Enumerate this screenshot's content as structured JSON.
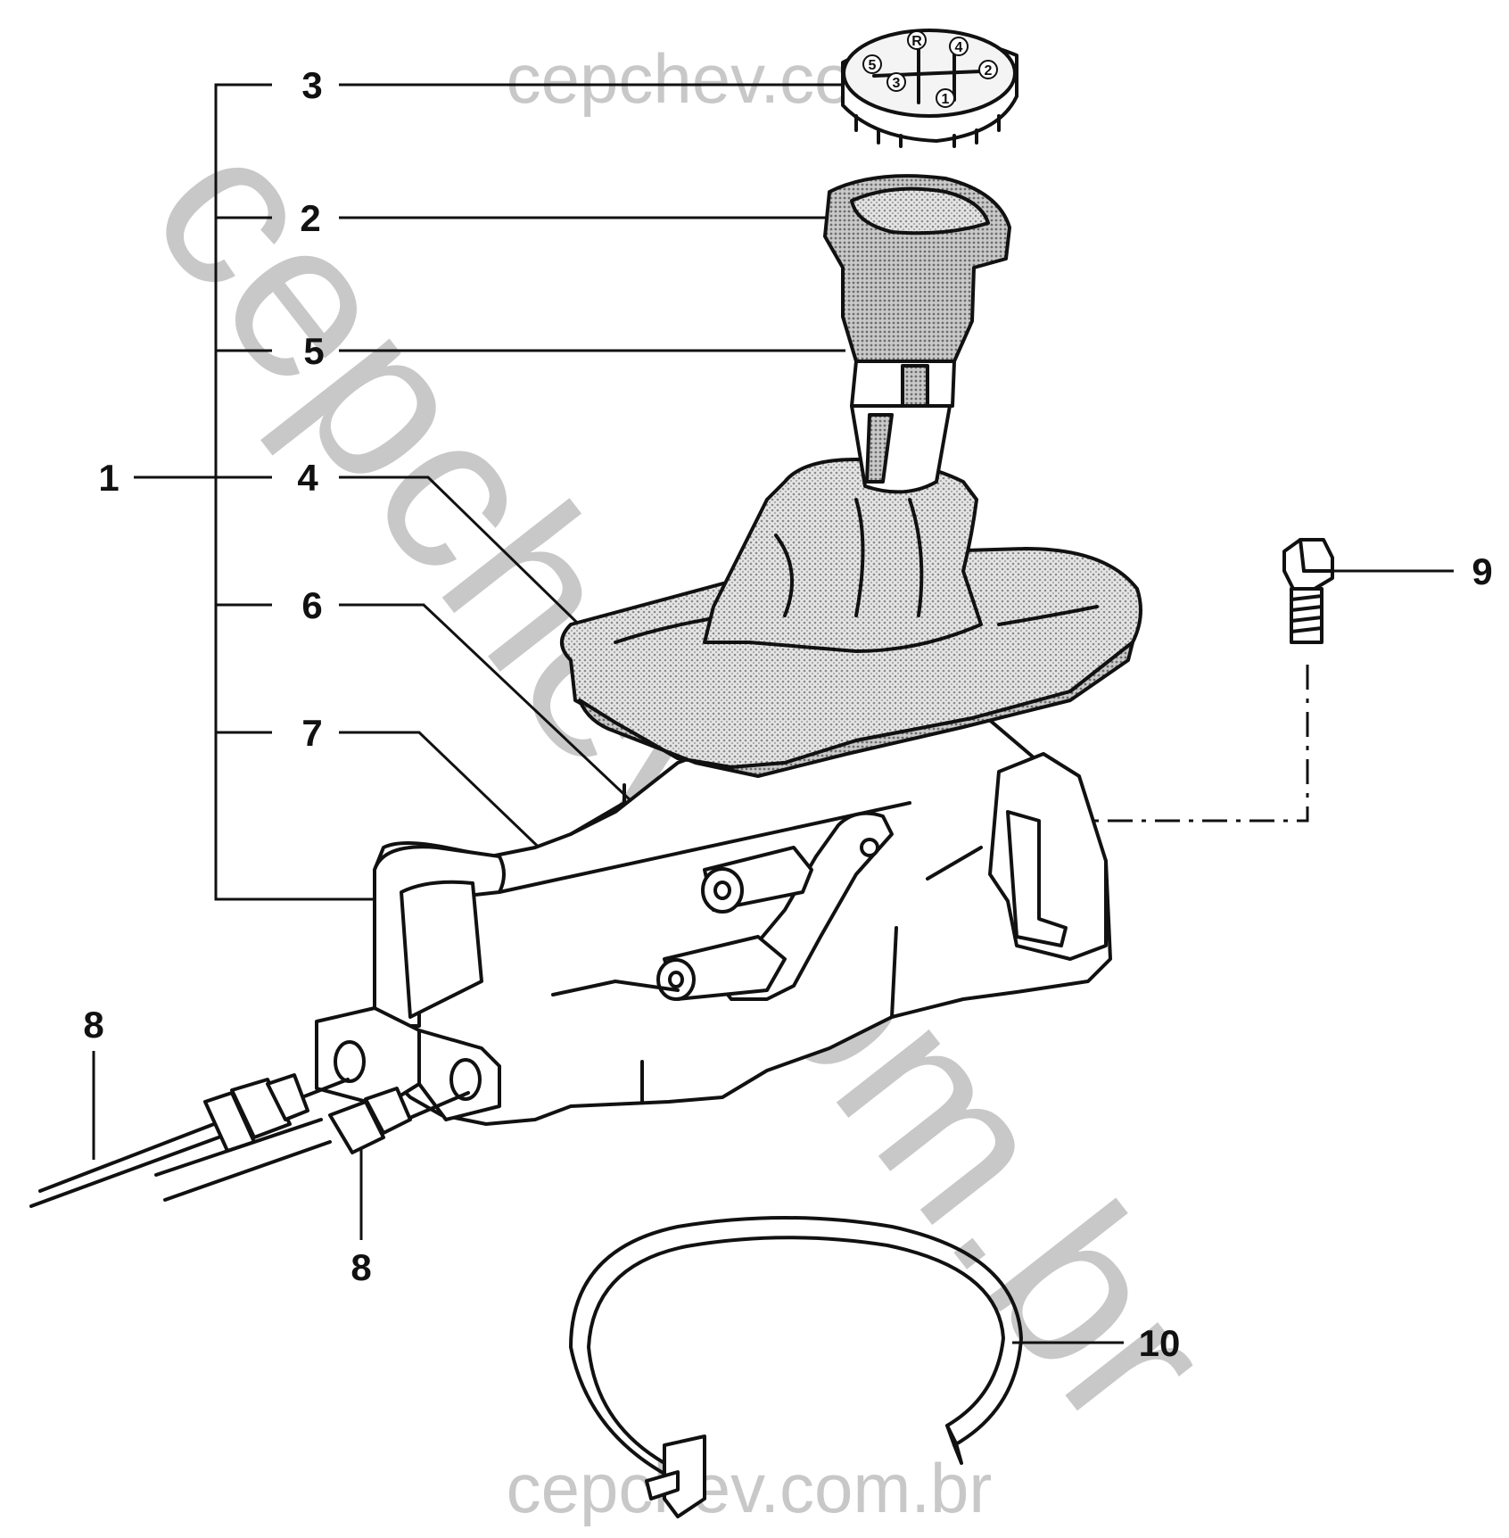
{
  "watermark": {
    "text": "cepchev.com.br",
    "color": "#c8c8c8"
  },
  "callouts": [
    {
      "id": "1",
      "label": "1"
    },
    {
      "id": "2",
      "label": "2"
    },
    {
      "id": "3",
      "label": "3"
    },
    {
      "id": "4",
      "label": "4"
    },
    {
      "id": "5",
      "label": "5"
    },
    {
      "id": "6",
      "label": "6"
    },
    {
      "id": "7",
      "label": "7"
    },
    {
      "id": "8a",
      "label": "8"
    },
    {
      "id": "8b",
      "label": "8"
    },
    {
      "id": "9",
      "label": "9"
    },
    {
      "id": "10",
      "label": "10"
    }
  ],
  "knob_cap_numbers": [
    "1",
    "2",
    "3",
    "4",
    "5",
    "R"
  ],
  "colors": {
    "line": "#111111",
    "shade": "#b8b8b8",
    "light_shade": "#d9d9d9",
    "background": "#ffffff"
  }
}
